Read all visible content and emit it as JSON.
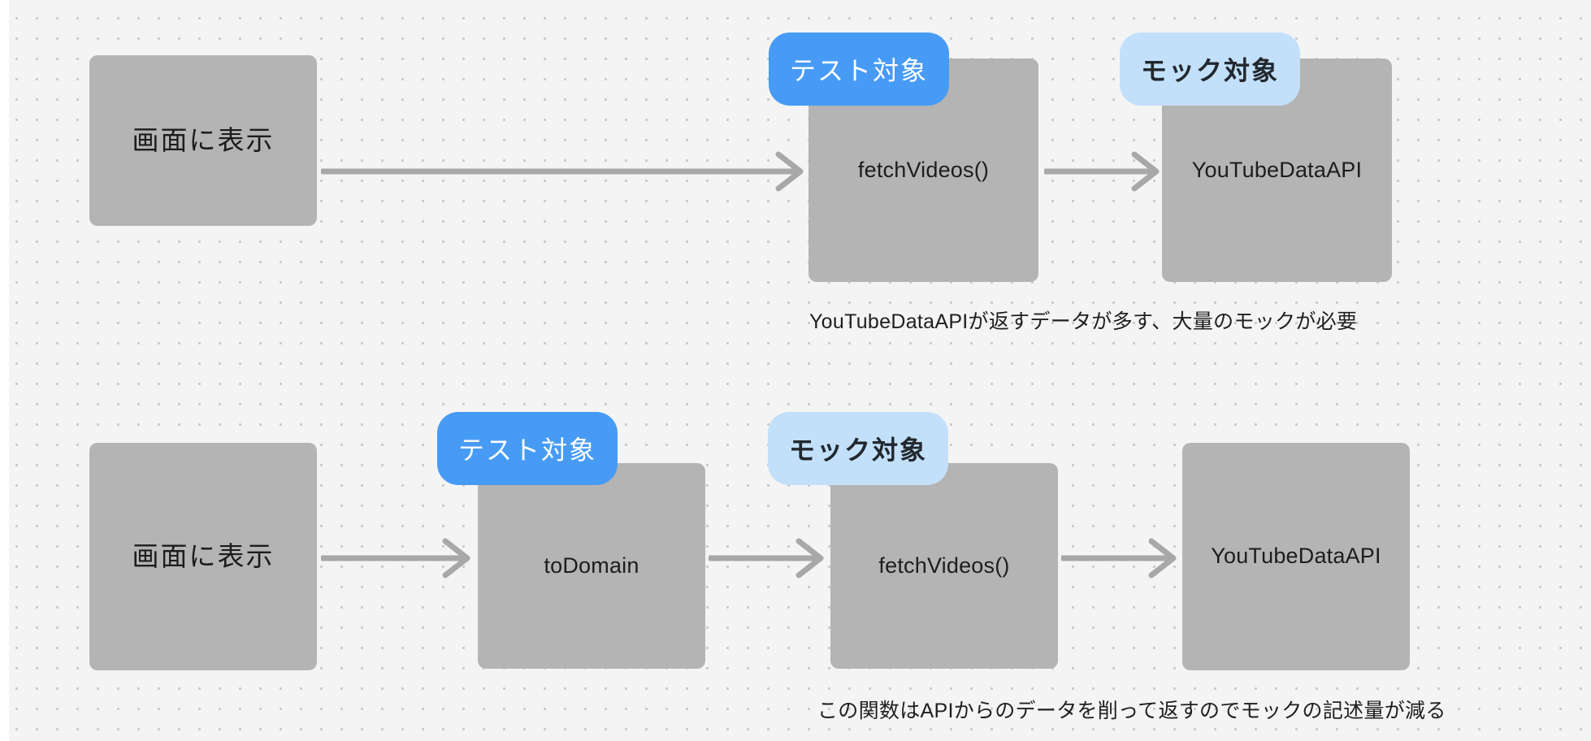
{
  "diagram": {
    "background_color": "#f4f4f4",
    "node_color": "#b4b4b4",
    "accent_primary": "#479bf5",
    "accent_secondary": "#c3e0fb",
    "arrow_color": "#a8a8a8"
  },
  "rows": [
    {
      "id": "before",
      "nodes": [
        {
          "label": "画面に表示"
        },
        {
          "label": "fetchVideos()"
        },
        {
          "label": "YouTubeDataAPI"
        }
      ],
      "badges": [
        {
          "label": "テスト対象",
          "style": "primary"
        },
        {
          "label": "モック対象",
          "style": "secondary"
        }
      ],
      "caption": "YouTubeDataAPIが返すデータが多す、大量のモックが必要"
    },
    {
      "id": "after",
      "nodes": [
        {
          "label": "画面に表示"
        },
        {
          "label": "toDomain"
        },
        {
          "label": "fetchVideos()"
        },
        {
          "label": "YouTubeDataAPI"
        }
      ],
      "badges": [
        {
          "label": "テスト対象",
          "style": "primary"
        },
        {
          "label": "モック対象",
          "style": "secondary"
        }
      ],
      "caption": "この関数はAPIからのデータを削って返すのでモックの記述量が減る"
    }
  ]
}
